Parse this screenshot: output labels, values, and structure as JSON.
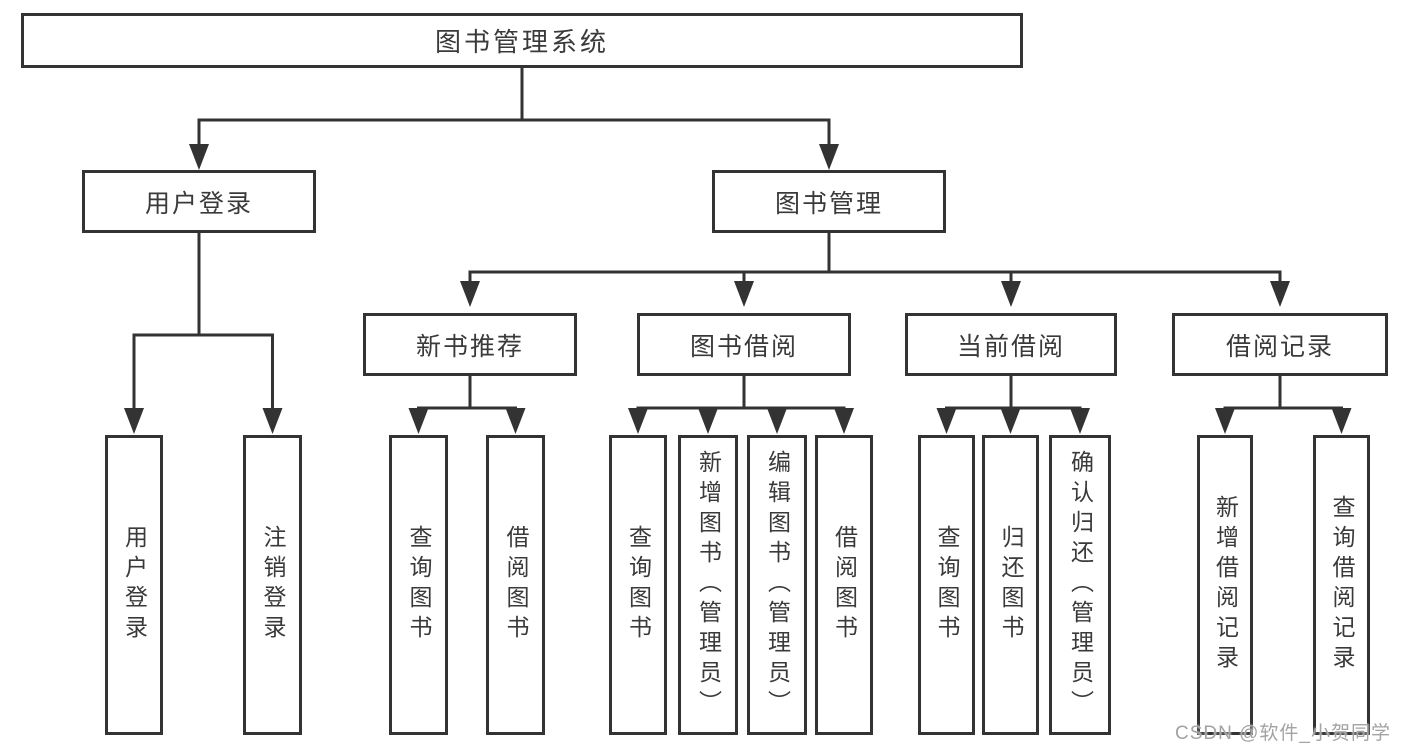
{
  "diagram_type": "hierarchy-tree",
  "colors": {
    "line": "#333333",
    "text": "#3a3a3a",
    "background": "#ffffff",
    "watermark": "#a3a3a3"
  },
  "nodes": {
    "root": "图书管理系统",
    "user_login": "用户登录",
    "book_mgmt": "图书管理",
    "new_book_rec": "新书推荐",
    "book_borrow": "图书借阅",
    "current_borrow": "当前借阅",
    "borrow_record": "借阅记录",
    "leaf_user_login": "用户登录",
    "leaf_logout": "注销登录",
    "nbr_query_books": "查询图书",
    "nbr_borrow_books": "借阅图书",
    "bb_query_books": "查询图书",
    "bb_add_books": "新增图书（管理员）",
    "bb_edit_books": "编辑图书（管理员）",
    "bb_borrow_books": "借阅图书",
    "cb_query_books": "查询图书",
    "cb_return_books": "归还图书",
    "cb_confirm_return": "确认归还（管理员）",
    "br_add_record": "新增借阅记录",
    "br_query_record": "查询借阅记录"
  },
  "hierarchy": {
    "图书管理系统": [
      "用户登录",
      "图书管理"
    ],
    "用户登录": [
      "用户登录",
      "注销登录"
    ],
    "图书管理": [
      "新书推荐",
      "图书借阅",
      "当前借阅",
      "借阅记录"
    ],
    "新书推荐": [
      "查询图书",
      "借阅图书"
    ],
    "图书借阅": [
      "查询图书",
      "新增图书（管理员）",
      "编辑图书（管理员）",
      "借阅图书"
    ],
    "当前借阅": [
      "查询图书",
      "归还图书",
      "确认归还（管理员）"
    ],
    "借阅记录": [
      "新增借阅记录",
      "查询借阅记录"
    ]
  },
  "watermark": "CSDN @软件_小贺同学"
}
